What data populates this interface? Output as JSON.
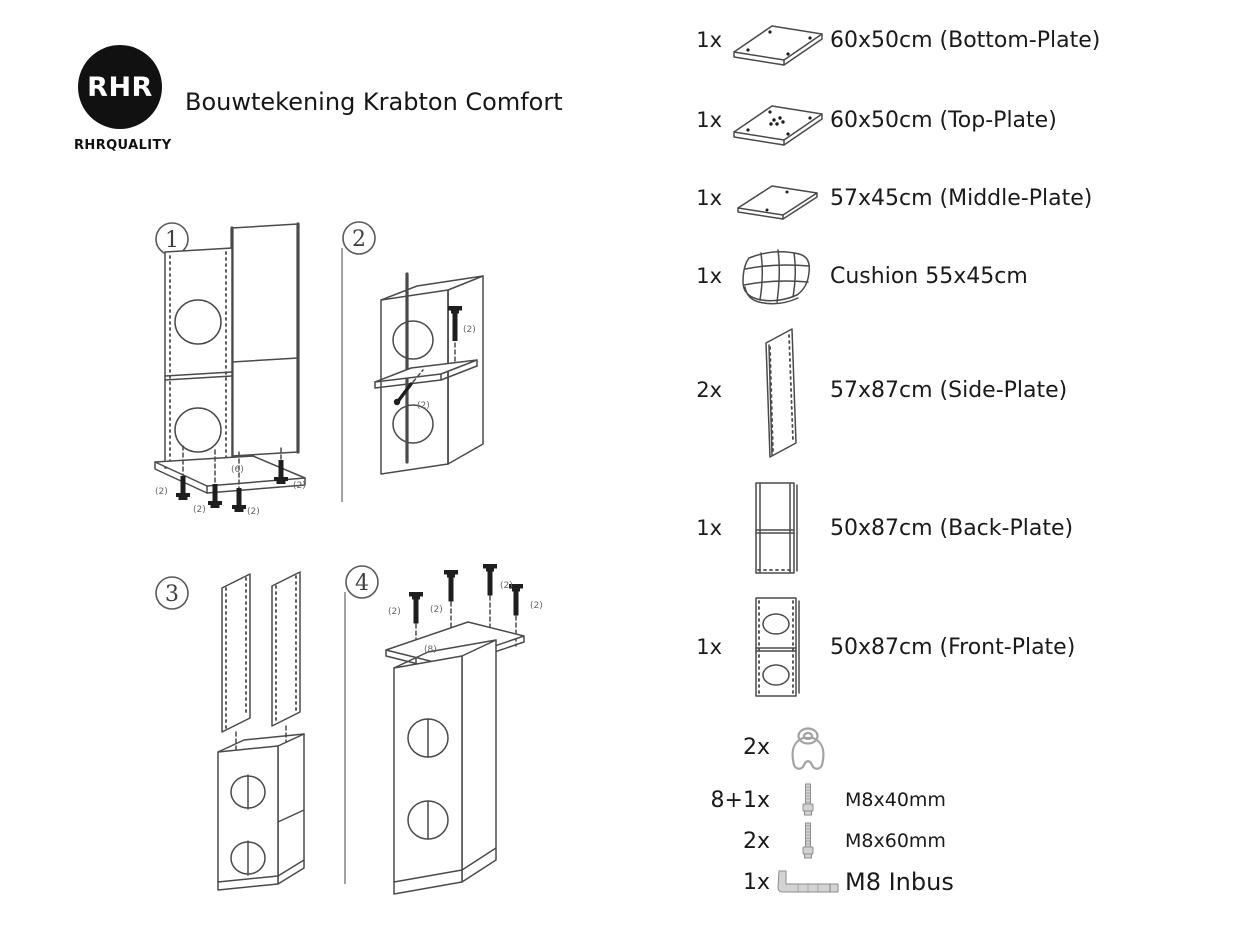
{
  "header": {
    "logo_text": "RHR",
    "logo_subtext": "RHRQUALITY",
    "title": "Bouwtekening Krabton Comfort"
  },
  "parts": [
    {
      "qty": "1x",
      "label": "60x50cm (Bottom-Plate)",
      "icon": "bottom-plate-icon"
    },
    {
      "qty": "1x",
      "label": "60x50cm (Top-Plate)",
      "icon": "top-plate-icon"
    },
    {
      "qty": "1x",
      "label": "57x45cm (Middle-Plate)",
      "icon": "middle-plate-icon"
    },
    {
      "qty": "1x",
      "label": "Cushion 55x45cm",
      "icon": "cushion-icon"
    },
    {
      "qty": "2x",
      "label": "57x87cm (Side-Plate)",
      "icon": "side-plate-icon"
    },
    {
      "qty": "1x",
      "label": "50x87cm (Back-Plate)",
      "icon": "back-plate-icon"
    },
    {
      "qty": "1x",
      "label": "50x87cm (Front-Plate)",
      "icon": "front-plate-icon"
    }
  ],
  "hardware": [
    {
      "qty": "2x",
      "label": "",
      "icon": "corner-bracket-icon"
    },
    {
      "qty": "8+1x",
      "label": "M8x40mm",
      "icon": "bolt-m8x40-icon"
    },
    {
      "qty": "2x",
      "label": "M8x60mm",
      "icon": "bolt-m8x60-icon"
    },
    {
      "qty": "1x",
      "label": "M8 Inbus",
      "icon": "allen-key-icon"
    }
  ],
  "diagram": {
    "step1": "1",
    "step2": "2",
    "step3": "3",
    "step4": "4",
    "bolt_qty": "(2)",
    "base_qty": "(6)",
    "top_qty": "(8)"
  }
}
